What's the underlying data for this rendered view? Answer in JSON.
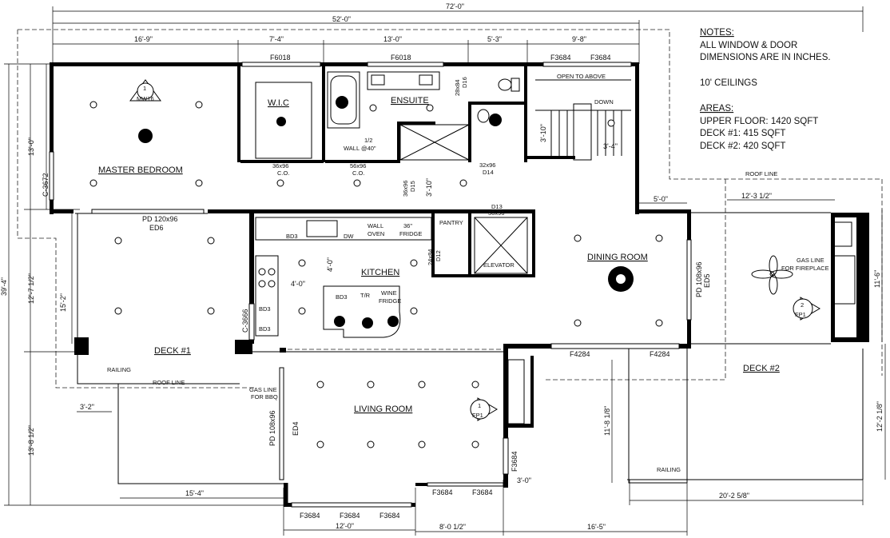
{
  "dimensions": {
    "overall_top": "72'-0\"",
    "upper_width": "52'-0\"",
    "seg_master": "16'-9\"",
    "seg_wic": "7'-4\"",
    "seg_ensuite": "13'-0\"",
    "seg_toilet": "5'-3\"",
    "seg_stair": "9'-8\"",
    "left_total": "39'-4\"",
    "left_upper": "13'-0\"",
    "left_deck": "12'-7 1/2\"",
    "left_lower": "13'-8 1/2\"",
    "deck1_depth": "15'-2\"",
    "deck1_edge": "3'-2\"",
    "deck1_width": "15'-4\"",
    "living_width": "12'-0\"",
    "living_offset": "8'-0 1/2\"",
    "deck2_run": "16'-5\"",
    "bay_3": "3'-0\"",
    "dining_jog": "5'-0\"",
    "deck2_top": "12'-3 1/2\"",
    "deck2_right_a": "11'-6\"",
    "deck2_right_b": "12'-2 1/8\"",
    "deck2_bottom": "20'-2 5/8\"",
    "dining_depth": "11'-8 1/8\"",
    "kitchen_4a": "4'-0\"",
    "kitchen_4b": "4'-0\"",
    "ens_3_10": "3'-10\"",
    "stair_3_4": "3'-4\"",
    "stair_3_10": "3'-10\""
  },
  "windows": {
    "master": "F6018",
    "ensuite": "F6018",
    "stair_a": "F3684",
    "stair_b": "F3684",
    "dining_a": "F4284",
    "dining_b": "F4284",
    "living_a": "F3684",
    "living_b": "F3684",
    "living_c": "F3684",
    "bay_a": "F3684",
    "bay_b": "F3684",
    "bay_side": "F3684",
    "master_side": "C-3672",
    "kitchen_side": "C-3666"
  },
  "doors": {
    "pd_master": "PD 120x96",
    "ed6": "ED6",
    "pd_dining": "PD 108x96",
    "ed5": "ED5",
    "pd_living": "PD 108x96",
    "ed4": "ED4",
    "wic_door": "36x96",
    "wic_co": "C.O.",
    "ens_door": "56x96",
    "ens_co": "C.O.",
    "d15": "36x96",
    "d15_tag": "D15",
    "d14": "32x96",
    "d14_tag": "D14",
    "d13": "D13",
    "d13_size": "36x96",
    "d12": "24x84",
    "d12_tag": "D12",
    "d16": "28x84",
    "d16_tag": "D16"
  },
  "rooms": {
    "master": "MASTER BEDROOM",
    "wic": "W.I.C",
    "ensuite": "ENSUITE",
    "kitchen": "KITCHEN",
    "pantry": "PANTRY",
    "elevator": "ELEVATOR",
    "dining": "DINING ROOM",
    "living": "LIVING ROOM",
    "deck1": "DECK #1",
    "deck2": "DECK #2"
  },
  "labels": {
    "open_to_above": "OPEN TO ABOVE",
    "down": "DOWN",
    "wall_note_1": "1/2",
    "wall_note_2": "WALL @40\"",
    "bd3_a": "BD3",
    "dw": "DW",
    "wall_oven_1": "WALL",
    "wall_oven_2": "OVEN",
    "fridge_1": "36\"",
    "fridge_2": "FRIDGE",
    "bd3_island": "BD3",
    "tr": "T/R",
    "wine_1": "WINE",
    "wine_2": "FRIDGE",
    "bd3_b": "BD3",
    "bd3_c": "BD3",
    "gas_bbq_1": "GAS LINE",
    "gas_bbq_2": "FOR BBQ",
    "gas_fp_1": "GAS LINE",
    "gas_fp_2": "FOR FIREPLACE",
    "railing_1": "RAILING",
    "railing_2": "RAILING",
    "roof_line_1": "ROOF LINE",
    "roof_line_2": "ROOF LINE",
    "tag_mw_num": "1",
    "tag_mw": "MW16",
    "tag_fp1_num": "1",
    "tag_fp1": "FP1",
    "tag_fp2_num": "2",
    "tag_fp2": "FP1"
  },
  "notes": {
    "heading": "NOTES:",
    "line1": "ALL WINDOW & DOOR",
    "line2": "DIMENSIONS ARE IN INCHES.",
    "ceilings": "10' CEILINGS",
    "areas": "AREAS:",
    "upper": "UPPER FLOOR: 1420 SQFT",
    "deck1": "DECK #1: 415 SQFT",
    "deck2": "DECK #2: 420 SQFT"
  }
}
